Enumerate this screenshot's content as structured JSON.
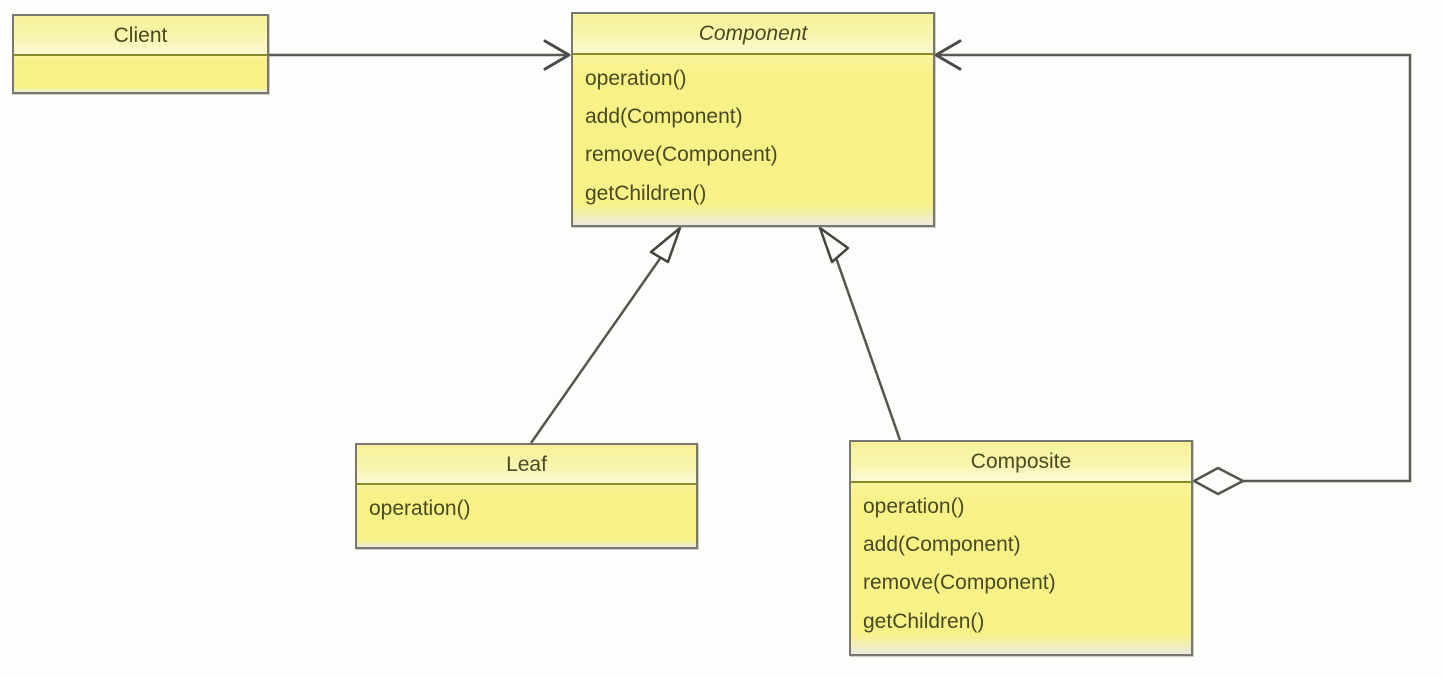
{
  "diagram": {
    "kind": "uml-class-diagram",
    "pattern": "Composite",
    "background_color": "#fdfdfb",
    "class_fill_color": "#f7f287",
    "class_header_color": "#f6f29a",
    "class_border_color": "#78786e",
    "text_color": "#4a4a22",
    "line_color": "#5a5a55"
  },
  "classes": [
    {
      "id": "client",
      "name": "Client",
      "abstract": false,
      "members": []
    },
    {
      "id": "component",
      "name": "Component",
      "abstract": true,
      "members": [
        "operation()",
        "add(Component)",
        "remove(Component)",
        "getChildren()"
      ]
    },
    {
      "id": "leaf",
      "name": "Leaf",
      "abstract": false,
      "members": [
        "operation()"
      ]
    },
    {
      "id": "composite",
      "name": "Composite",
      "abstract": false,
      "members": [
        "operation()",
        "add(Component)",
        "remove(Component)",
        "getChildren()"
      ]
    }
  ],
  "relationships": [
    {
      "id": "client-to-component",
      "type": "association",
      "from": "client",
      "to": "component",
      "arrow": "open-arrow",
      "label": ""
    },
    {
      "id": "leaf-to-component",
      "type": "generalization",
      "from": "leaf",
      "to": "component",
      "arrow": "hollow-triangle",
      "label": ""
    },
    {
      "id": "composite-to-component",
      "type": "generalization",
      "from": "composite",
      "to": "component",
      "arrow": "hollow-triangle",
      "label": ""
    },
    {
      "id": "composite-aggregates-component",
      "type": "aggregation",
      "from": "composite",
      "to": "component",
      "arrow": "open-arrow",
      "source_decoration": "hollow-diamond",
      "label": ""
    }
  ]
}
